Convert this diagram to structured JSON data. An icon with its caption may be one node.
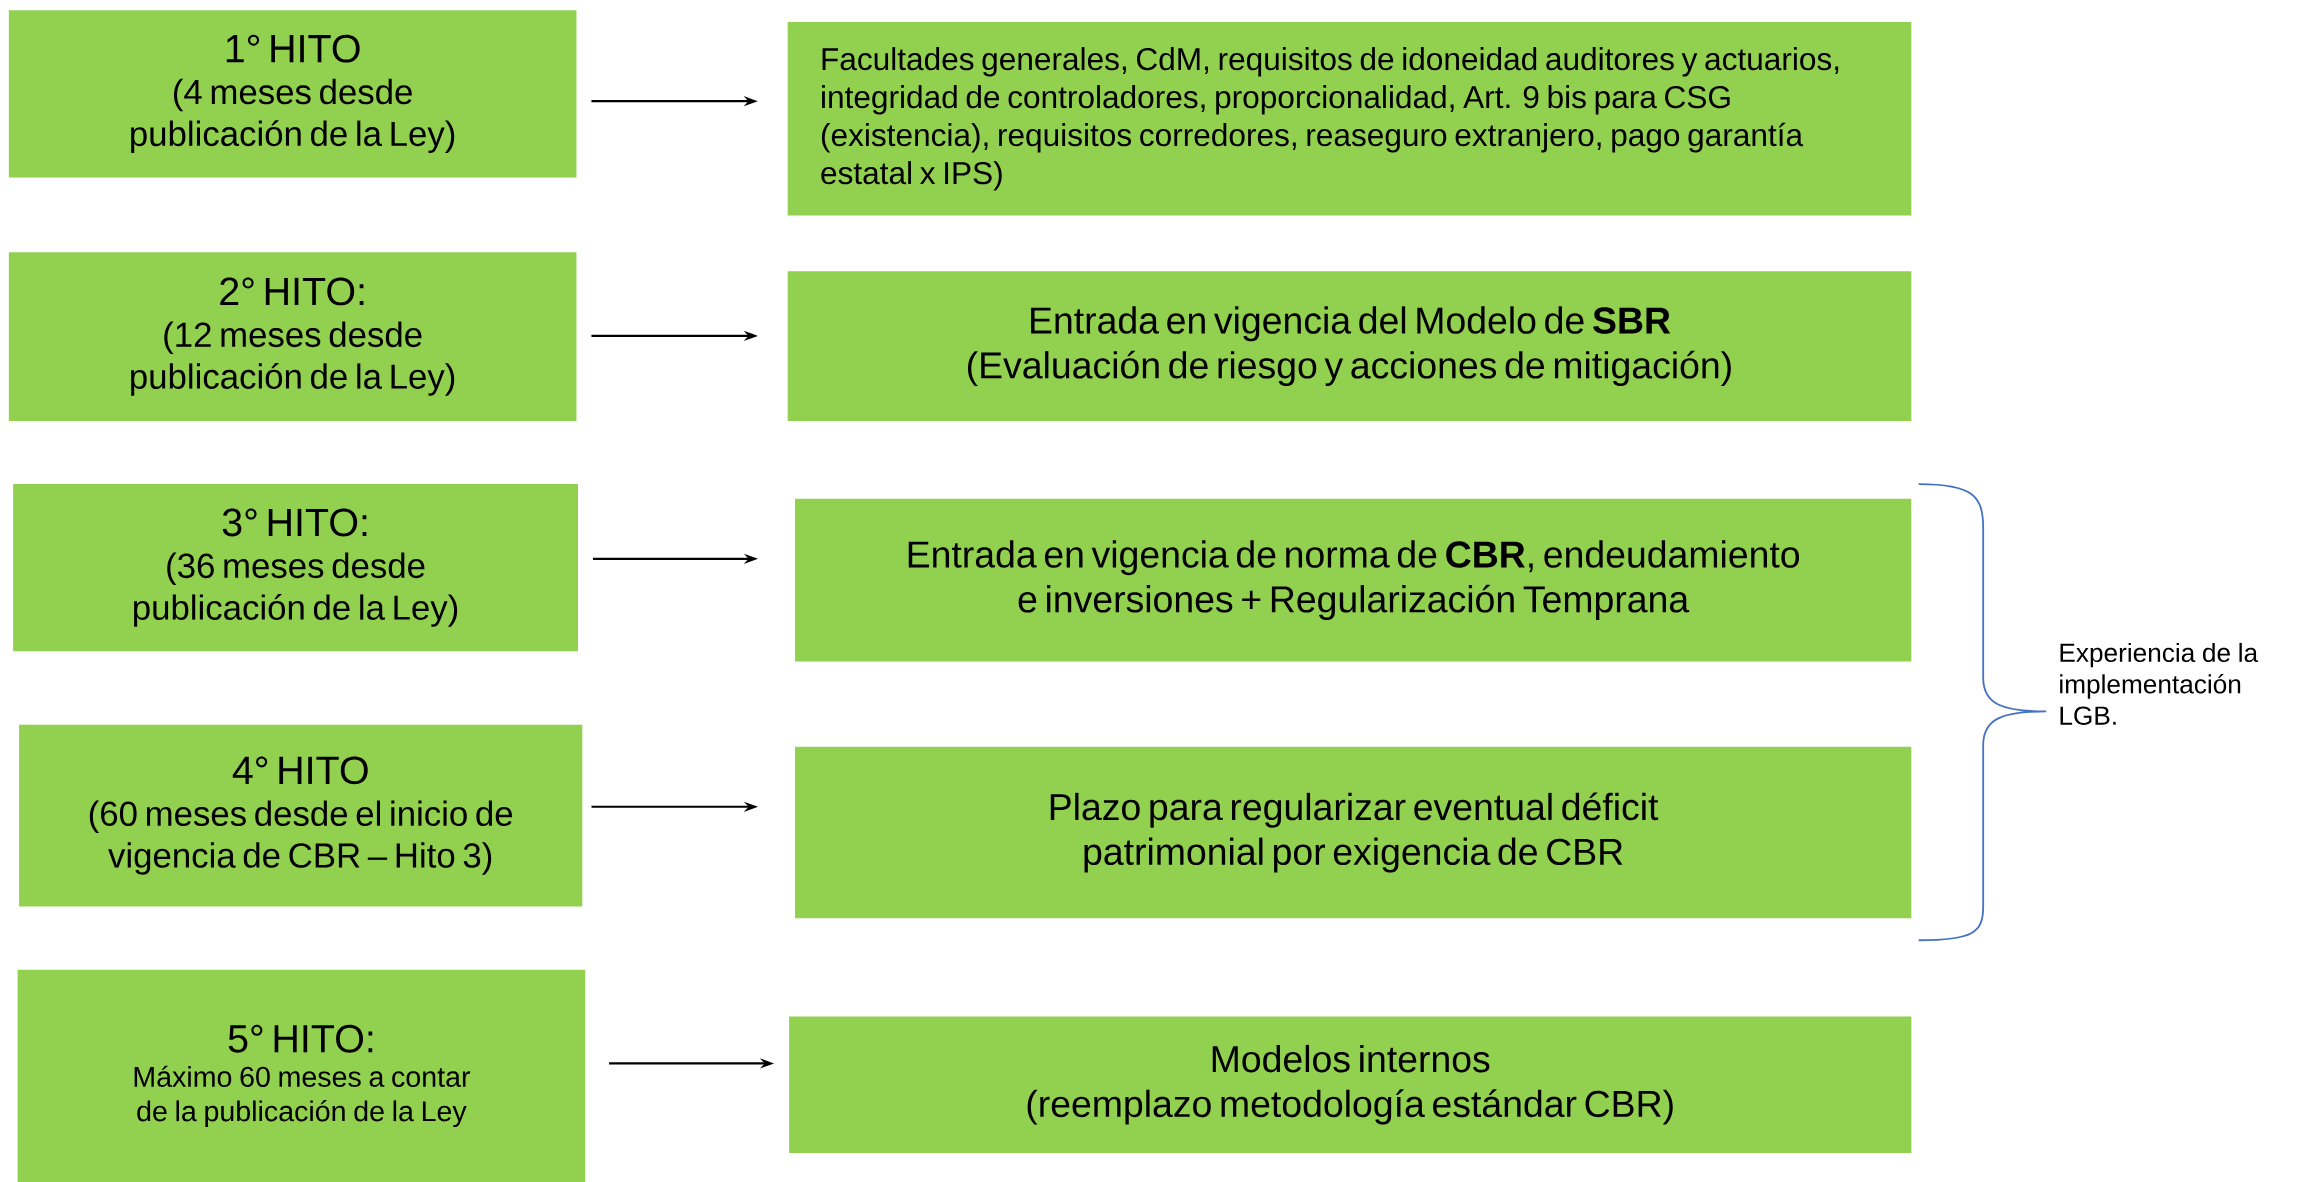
{
  "diagram": {
    "nodes": [
      {
        "text": [
          "1° HITO",
          "(4 meses desde publicación de la Ley)"
        ]
      },
      {
        "text": [
          "Facultades generales, CdM, requisitos de idoneidad auditores y actuarios, integridad de controladores, proporcionalidad, Art. 9 bis para CSG (existencia), requisitos corredores, reaseguro extranjero, pago garantía estatal x IPS)"
        ]
      },
      {
        "text": [
          "2° HITO:",
          "(12 meses desde publicación de la Ley)"
        ]
      },
      {
        "text": [
          "Entrada en vigencia del Modelo de **SBR**",
          "(Evaluación de riesgo y acciones de mitigación)"
        ]
      },
      {
        "text": [
          "3° HITO:",
          "(36 meses desde publicación de la Ley)"
        ]
      },
      {
        "text": [
          "Entrada en vigencia de norma de **CBR**, endeudamiento e inversiones + Regularización Temprana"
        ]
      },
      {
        "text": [
          "4° HITO",
          "(60 meses desde el inicio de vigencia de CBR – Hito 3)"
        ]
      },
      {
        "text": [
          "Plazo para regularizar eventual déficit patrimonial por exigencia de CBR"
        ]
      },
      {
        "text": [
          "5° HITO:",
          "Máximo 60 meses a contar de la publicación de la Ley"
        ]
      },
      {
        "text": [
          "Modelos internos",
          "(reemplazo metodología estándar CBR)"
        ]
      }
    ],
    "edges": [
      {
        "from": 0,
        "to": 1,
        "arrow": "to"
      },
      {
        "from": 2,
        "to": 3,
        "arrow": "to"
      },
      {
        "from": 4,
        "to": 5,
        "arrow": "to"
      },
      {
        "from": 6,
        "to": 7,
        "arrow": "to"
      },
      {
        "from": 8,
        "to": 9,
        "arrow": "to"
      }
    ],
    "labels": [
      "Experiencia de la implementación LGB."
    ]
  }
}
